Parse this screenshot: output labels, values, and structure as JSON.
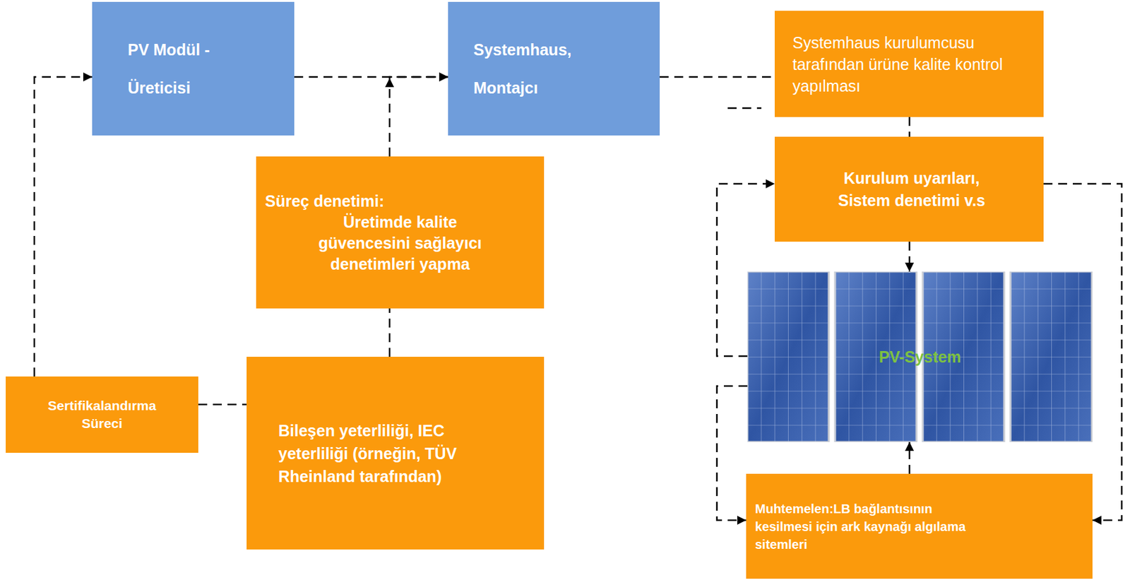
{
  "diagram": {
    "nodes": [
      {
        "text": [
          "PV Modül - Üreticisi"
        ]
      },
      {
        "text": [
          "Systemhaus, Montajcı"
        ]
      },
      {
        "text": [
          "Systemhaus kurulumcusu tarafından ürüne kalite kontrol yapılması"
        ]
      },
      {
        "text": [
          "Süreç denetimi:",
          "Üretimde kalite güvencesini sağlayıcı denetimleri yapma"
        ]
      },
      {
        "text": [
          "Kurulum uyarıları, Sistem denetimi v.s"
        ]
      },
      {
        "text": [
          "PV-System"
        ]
      },
      {
        "text": [
          "Sertifikalandırma Süreci"
        ]
      },
      {
        "text": [
          "Bileşen yeterliliği, IEC yeterliliği (örneğin, TÜV Rheinland tarafından)"
        ]
      },
      {
        "text": [
          "Muhtemelen:LB bağlantısının kesilmesi için ark kaynağı algılama sitemleri"
        ]
      }
    ],
    "edges": [
      {
        "from": 0,
        "to": 1,
        "arrow": "to"
      },
      {
        "from": 3,
        "to": 1,
        "arrow": "to"
      },
      {
        "from": 7,
        "to": 3,
        "arrow": "none"
      },
      {
        "from": 6,
        "to": 0,
        "arrow": "to"
      },
      {
        "from": 6,
        "to": 7,
        "arrow": "none"
      },
      {
        "from": 1,
        "to": 2,
        "arrow": "none"
      },
      {
        "from": 2,
        "to": 4,
        "arrow": "none"
      },
      {
        "from": 4,
        "to": 5,
        "arrow": "to"
      },
      {
        "from": 8,
        "to": 5,
        "arrow": "to"
      },
      {
        "from": 5,
        "to": 4,
        "arrow": "to"
      },
      {
        "from": 5,
        "to": 8,
        "arrow": "to"
      },
      {
        "from": 4,
        "to": 8,
        "arrow": "to"
      }
    ]
  }
}
